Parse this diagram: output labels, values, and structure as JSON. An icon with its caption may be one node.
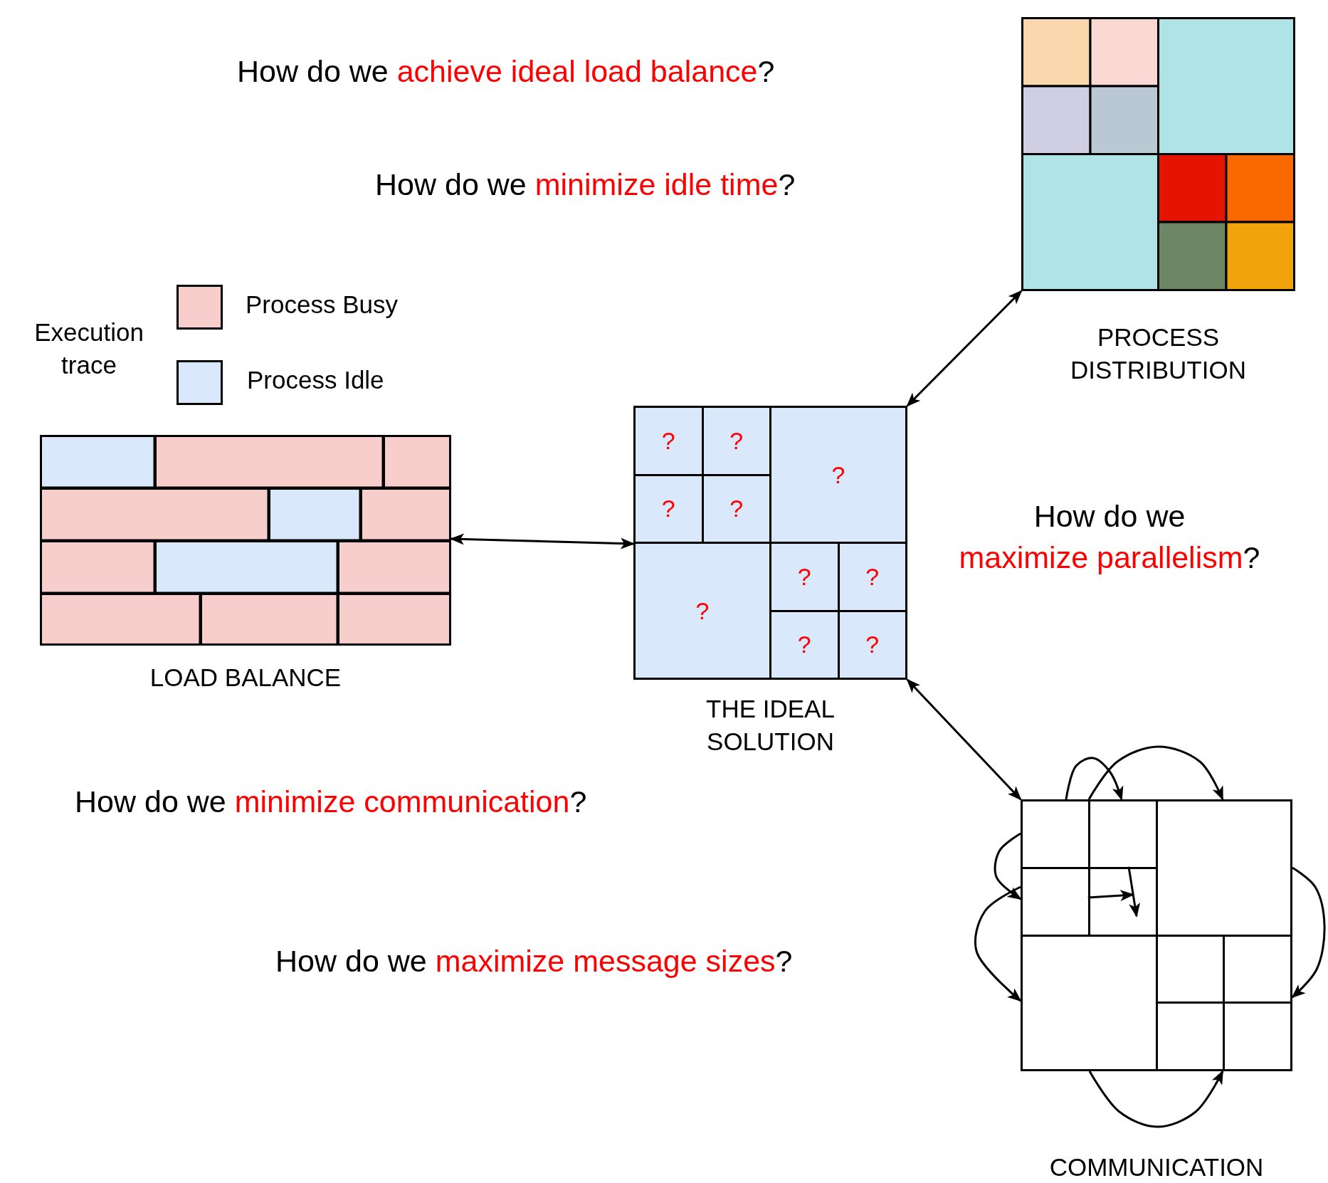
{
  "diagram": {
    "nodes": [
      {
        "text": [
          "PROCESS DISTRIBUTION"
        ]
      },
      {
        "text": [
          "LOAD BALANCE"
        ]
      },
      {
        "text": [
          "THE IDEAL SOLUTION"
        ]
      },
      {
        "text": [
          "?"
        ],
        "in": 2
      },
      {
        "text": [
          "?"
        ],
        "in": 2
      },
      {
        "text": [
          "?"
        ],
        "in": 2
      },
      {
        "text": [
          "?"
        ],
        "in": 2
      },
      {
        "text": [
          "?"
        ],
        "in": 2
      },
      {
        "text": [
          "?"
        ],
        "in": 2
      },
      {
        "text": [
          "?"
        ],
        "in": 2
      },
      {
        "text": [
          "?"
        ],
        "in": 2
      },
      {
        "text": [
          "?"
        ],
        "in": 2
      },
      {
        "text": [
          "?"
        ],
        "in": 2
      },
      {
        "text": [
          "COMMUNICATION"
        ]
      },
      {
        "text": [],
        "shape": "box",
        "in": 13
      },
      {
        "text": [],
        "shape": "box",
        "in": 13
      },
      {
        "text": [],
        "shape": "box",
        "in": 13
      },
      {
        "text": [],
        "shape": "box",
        "in": 13
      },
      {
        "text": [],
        "shape": "box",
        "in": 13
      },
      {
        "text": [],
        "shape": "box",
        "in": 13
      },
      {
        "text": [],
        "shape": "box",
        "in": 13
      },
      {
        "text": [],
        "shape": "box",
        "in": 13
      },
      {
        "text": [],
        "shape": "box",
        "in": 13
      },
      {
        "text": [],
        "shape": "box",
        "in": 13
      }
    ],
    "edges": [
      {
        "from": 1,
        "to": 2,
        "arrow": "both"
      },
      {
        "from": 2,
        "to": 0,
        "arrow": "both"
      },
      {
        "from": 2,
        "to": 13,
        "arrow": "both"
      },
      {
        "from": 14,
        "to": 15,
        "arrow": "to"
      },
      {
        "from": 15,
        "to": 16,
        "arrow": "to"
      },
      {
        "from": 14,
        "to": 17,
        "arrow": "to"
      },
      {
        "from": 17,
        "to": 19,
        "arrow": "to"
      },
      {
        "from": 17,
        "to": 18,
        "arrow": "to"
      },
      {
        "from": 15,
        "to": 18,
        "arrow": "to"
      },
      {
        "from": 16,
        "to": 21,
        "arrow": "to"
      },
      {
        "from": 19,
        "to": 22,
        "arrow": "to"
      }
    ],
    "labels": [
      "How do we **achieve ideal load balance**?",
      "How do we **minimize idle time**?",
      "Execution trace",
      "How do we **maximize parallelism**?",
      "How do we **minimize communication**?",
      "How do we **maximize message sizes**?"
    ],
    "legend": [
      {
        "text": "Process Busy",
        "color": "#f8cecc"
      },
      {
        "text": "Process Idle",
        "color": "#dae8fc"
      }
    ]
  }
}
